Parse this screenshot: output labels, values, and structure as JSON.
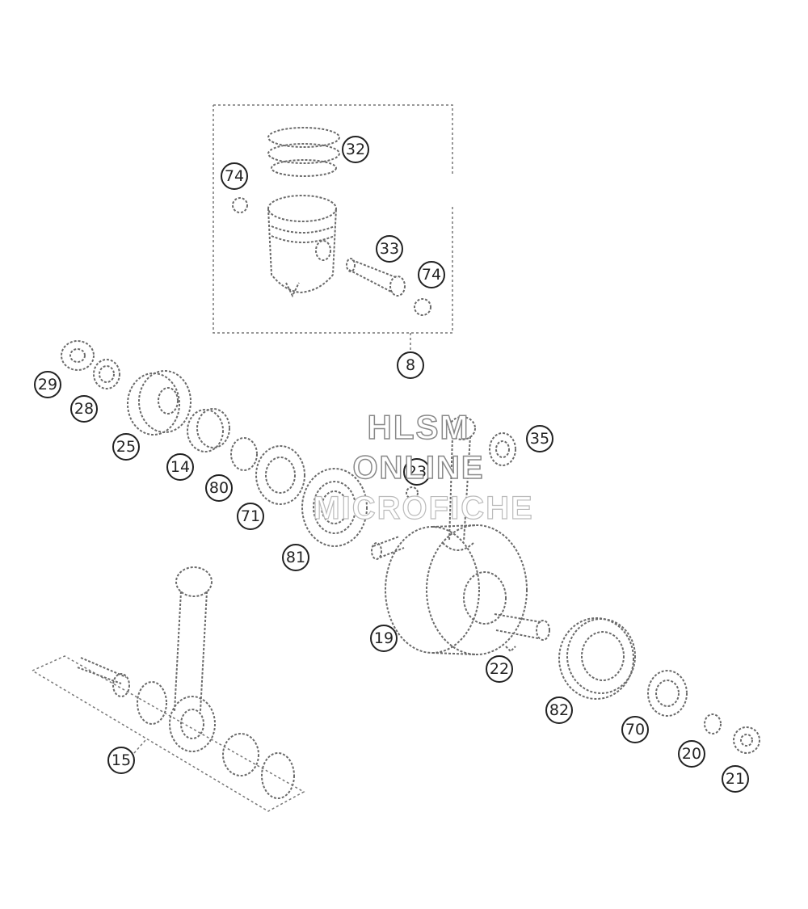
{
  "watermark": {
    "line1": "HLSM",
    "line2": "ONLINE",
    "line3": "MICROFICHE"
  },
  "callouts": [
    {
      "id": "32",
      "label": "32"
    },
    {
      "id": "74a",
      "label": "74"
    },
    {
      "id": "33",
      "label": "33"
    },
    {
      "id": "74b",
      "label": "74"
    },
    {
      "id": "8",
      "label": "8"
    },
    {
      "id": "29",
      "label": "29"
    },
    {
      "id": "28",
      "label": "28"
    },
    {
      "id": "25",
      "label": "25"
    },
    {
      "id": "14",
      "label": "14"
    },
    {
      "id": "80",
      "label": "80"
    },
    {
      "id": "71",
      "label": "71"
    },
    {
      "id": "81",
      "label": "81"
    },
    {
      "id": "23",
      "label": "23"
    },
    {
      "id": "35",
      "label": "35"
    },
    {
      "id": "19",
      "label": "19"
    },
    {
      "id": "22",
      "label": "22"
    },
    {
      "id": "82",
      "label": "82"
    },
    {
      "id": "70",
      "label": "70"
    },
    {
      "id": "20",
      "label": "20"
    },
    {
      "id": "21",
      "label": "21"
    },
    {
      "id": "15",
      "label": "15"
    }
  ]
}
